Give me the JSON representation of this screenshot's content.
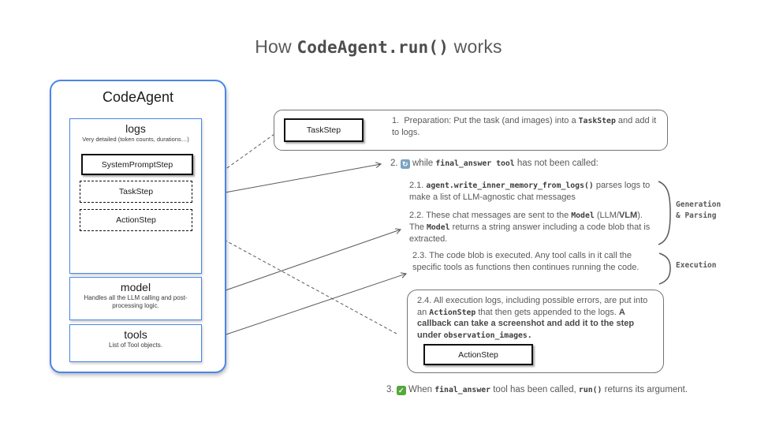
{
  "title": {
    "prefix": "How ",
    "code": "CodeAgent.run()",
    "suffix": " works"
  },
  "agent": {
    "title": "CodeAgent",
    "logs": {
      "title": "logs",
      "subtitle": "Very detailed (token counts, durations…)",
      "steps": [
        {
          "label": "SystemPromptStep",
          "style": "solid"
        },
        {
          "label": "TaskStep",
          "style": "dashed"
        },
        {
          "label": "ActionStep",
          "style": "dashed"
        }
      ]
    },
    "model": {
      "title": "model",
      "subtitle": "Handles all the LLM calling and post-processing logic."
    },
    "tools": {
      "title": "tools",
      "subtitle": "List of Tool objects."
    }
  },
  "steps": {
    "step1": {
      "number": "1.",
      "box_label": "TaskStep",
      "text_1": "Preparation: Put the task (and images) into a ",
      "code_1": "TaskStep",
      "text_2": " and add it to logs."
    },
    "step2": {
      "number": "2.",
      "text_1": "while ",
      "code_1": "final_answer tool",
      "text_2": " has not been called:"
    },
    "step21": {
      "number": "2.1.",
      "code_1": "agent.write_inner_memory_from_logs()",
      "text_1": " parses logs to make a list of LLM-agnostic chat messages"
    },
    "step22": {
      "number": "2.2.",
      "text_1": "These chat messages are sent to the ",
      "code_1": "Model",
      "text_2": " (LLM/",
      "bold_1": "VLM",
      "text_3": "). The ",
      "code_2": "Model",
      "text_4": " returns a string answer including a code blob that is extracted."
    },
    "step23": {
      "number": "2.3.",
      "text_1": "The code blob is executed. Any tool calls in it call the specific tools as functions then continues running the code."
    },
    "step24": {
      "number": "2.4.",
      "text_1": "All execution logs, including possible errors, are put into an ",
      "code_1": "ActionStep",
      "text_2": " that then gets appended to the logs. ",
      "bold_1": "A callback can  take a screenshot and add it to the step under ",
      "code_2": "observation_images.",
      "box_label": "ActionStep"
    },
    "step3": {
      "number": "3.",
      "text_1": "When ",
      "code_1": "final_answer",
      "text_2": " tool has been called, ",
      "code_2": "run()",
      "text_3": " returns its argument."
    }
  },
  "side_labels": {
    "generation_line1": "Generation",
    "generation_line2": "& Parsing",
    "execution": "Execution"
  },
  "icons": {
    "loop_glyph": "↻",
    "check_glyph": "✓"
  },
  "colors": {
    "accent_blue": "#4a86e8",
    "box_border_gray": "#757575",
    "body_text": "#595959",
    "loop_icon_bg": "#7ba3bf",
    "check_icon_bg": "#56a83c"
  }
}
